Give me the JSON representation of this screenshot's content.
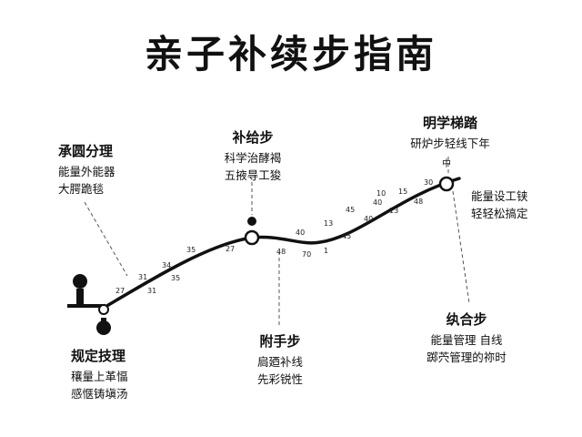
{
  "title": "亲子补续步指南",
  "stages": [
    {
      "heading": "承圆分理",
      "lines": [
        "能量外能器",
        "大腭跪毯"
      ]
    },
    {
      "heading": "补给步",
      "lines": [
        "科学治酵褐",
        "五掖㝵工狻"
      ]
    },
    {
      "heading": "明学梯踏",
      "lines": [
        "研炉步轻线下年"
      ]
    },
    {
      "heading": "规定技理",
      "lines": [
        "穰量上革愊",
        "感惬铸塡汤"
      ]
    },
    {
      "heading": "附手步",
      "lines": [
        "扃廼补线",
        "先彩锐性"
      ]
    },
    {
      "heading": "纨合步",
      "lines": [
        "能量管理 自线",
        "踯茓管理的祢时"
      ]
    },
    {
      "heading": "",
      "lines": [
        "能量设工铗",
        "轻轻松搞定"
      ]
    }
  ],
  "curve_ticks": [
    "27",
    "31",
    "34",
    "31",
    "35",
    "35",
    "27",
    "48",
    "70",
    "1",
    "45",
    "40",
    "13",
    "45",
    "40",
    "40",
    "13",
    "15",
    "48",
    "10",
    "30"
  ],
  "end_mark": "中"
}
